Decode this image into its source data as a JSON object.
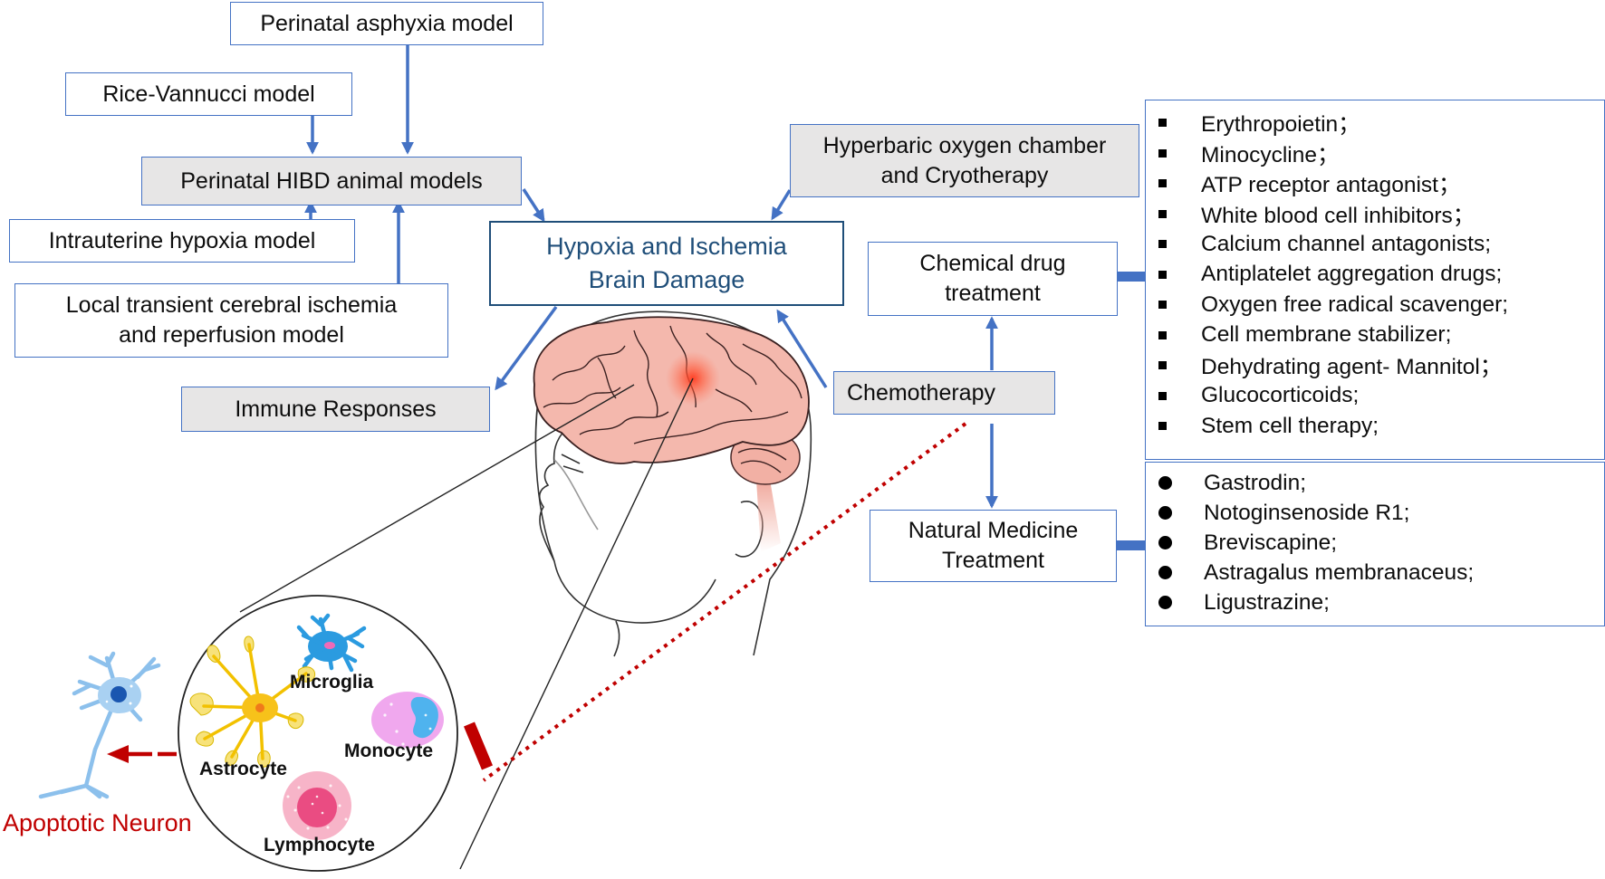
{
  "title_node": "Hypoxia and Ischemia\nBrain Damage",
  "animal_models": {
    "hub": "Perinatal HIBD animal models",
    "models": [
      "Perinatal asphyxia model",
      "Rice-Vannucci model",
      "Intrauterine hypoxia model",
      "Local transient cerebral ischemia\nand reperfusion model"
    ]
  },
  "outcomes": {
    "immune": "Immune Responses"
  },
  "treatments": {
    "physical": "Hyperbaric oxygen chamber\nand Cryotherapy",
    "chemotherapy": "Chemotherapy",
    "chemical": "Chemical drug\ntreatment",
    "natural": "Natural Medicine\nTreatment"
  },
  "chemical_drugs": [
    "Erythropoietin；",
    "Minocycline；",
    "ATP receptor antagonist；",
    "White blood cell inhibitors；",
    "Calcium channel antagonists;",
    "Antiplatelet aggregation drugs;",
    "Oxygen free radical scavenger;",
    "Cell membrane stabilizer;",
    "Dehydrating agent- Mannitol；",
    "Glucocorticoids;",
    "Stem cell therapy;"
  ],
  "natural_medicines": [
    "Gastrodin;",
    "Notoginsenoside R1;",
    "Breviscapine;",
    "Astragalus membranaceus;",
    "Ligustrazine;"
  ],
  "cells": {
    "microglia": "Microglia",
    "astrocyte": "Astrocyte",
    "monocyte": "Monocyte",
    "lymphocyte": "Lymphocyte"
  },
  "apoptotic_neuron": "Apoptotic Neuron",
  "colors": {
    "box_border": "#4472c4",
    "main_border": "#1f4e79",
    "gray_fill": "#e7e6e6",
    "inhibition_red": "#c00000",
    "brain_pink": "#f4b8ad"
  }
}
